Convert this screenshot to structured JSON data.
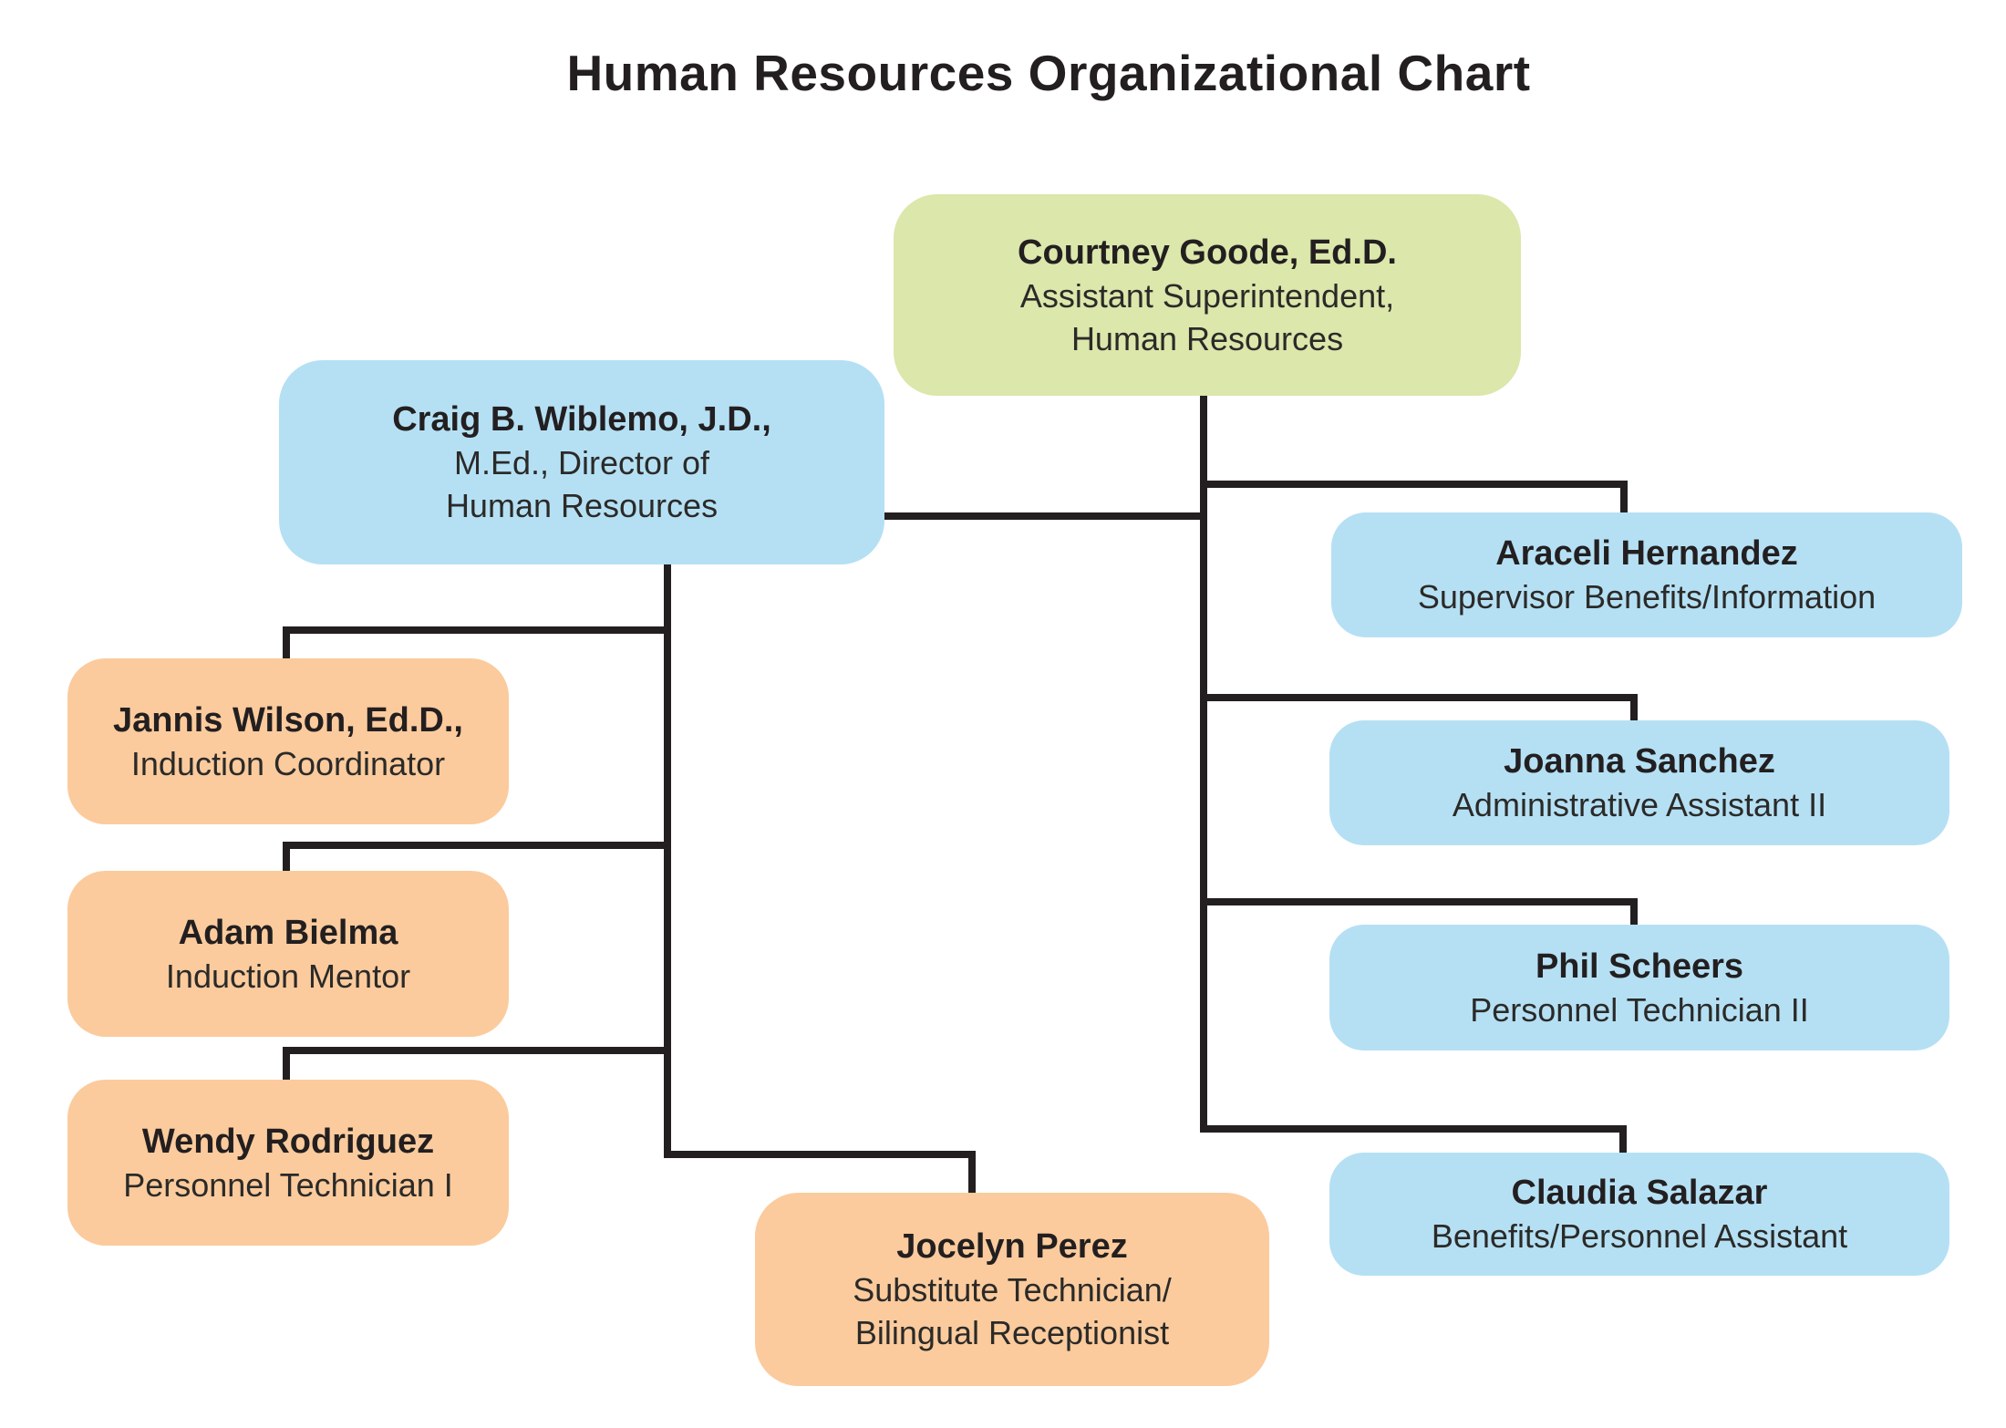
{
  "title": "Human Resources Organizational Chart",
  "colors": {
    "node_green": "#dbe7ab",
    "node_blue": "#b5e0f4",
    "node_orange": "#fbcb9d",
    "connector": "#231f20",
    "text": "#2b2a28"
  },
  "nodes": [
    {
      "id": "courtney-goode",
      "name": "Courtney Goode, Ed.D.",
      "lines": [
        "Assistant Superintendent,",
        "Human Resources"
      ]
    },
    {
      "id": "craig-wiblemo",
      "name": "Craig B. Wiblemo, J.D.,",
      "lines": [
        "M.Ed., Director of",
        "Human Resources"
      ]
    },
    {
      "id": "jannis-wilson",
      "name": "Jannis Wilson, Ed.D.,",
      "lines": [
        "Induction Coordinator"
      ]
    },
    {
      "id": "adam-bielma",
      "name": "Adam Bielma",
      "lines": [
        "Induction Mentor"
      ]
    },
    {
      "id": "wendy-rodriguez",
      "name": "Wendy Rodriguez",
      "lines": [
        "Personnel Technician I"
      ]
    },
    {
      "id": "jocelyn-perez",
      "name": "Jocelyn Perez",
      "lines": [
        "Substitute Technician/",
        "Bilingual Receptionist"
      ]
    },
    {
      "id": "araceli-hernandez",
      "name": "Araceli Hernandez",
      "lines": [
        "Supervisor Benefits/Information"
      ]
    },
    {
      "id": "joanna-sanchez",
      "name": "Joanna Sanchez",
      "lines": [
        "Administrative Assistant II"
      ]
    },
    {
      "id": "phil-scheers",
      "name": "Phil Scheers",
      "lines": [
        "Personnel Technician II"
      ]
    },
    {
      "id": "claudia-salazar",
      "name": "Claudia Salazar",
      "lines": [
        "Benefits/Personnel Assistant"
      ]
    }
  ]
}
